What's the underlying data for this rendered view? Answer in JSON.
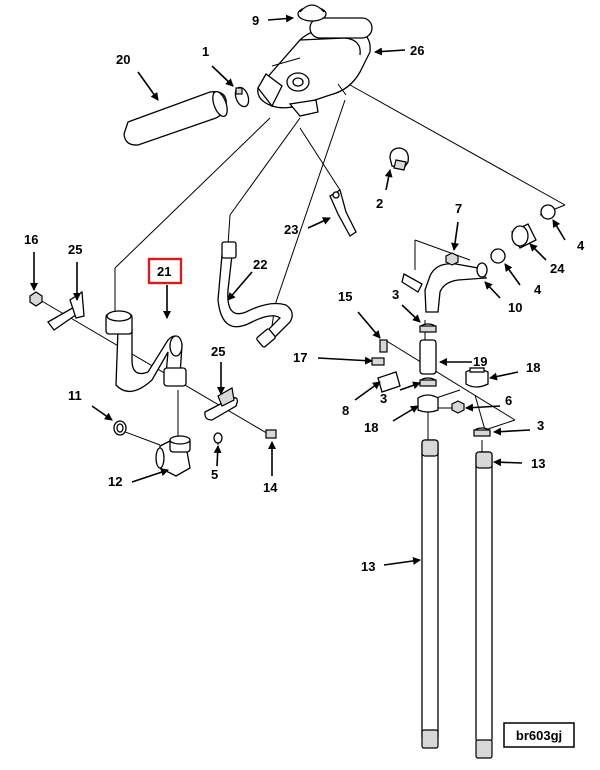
{
  "figure_id": "br603gj",
  "highlighted_callout": "21",
  "highlight_color": "#d81c1c",
  "callouts": {
    "c1": "1",
    "c2": "2",
    "c3a": "3",
    "c3b": "3",
    "c3c": "3",
    "c4a": "4",
    "c4b": "4",
    "c5": "5",
    "c6": "6",
    "c7": "7",
    "c8": "8",
    "c9": "9",
    "c10": "10",
    "c11": "11",
    "c12": "12",
    "c13a": "13",
    "c13b": "13",
    "c14": "14",
    "c15": "15",
    "c16": "16",
    "c17": "17",
    "c18a": "18",
    "c18b": "18",
    "c19": "19",
    "c20": "20",
    "c21": "21",
    "c22": "22",
    "c23": "23",
    "c24": "24",
    "c25a": "25",
    "c25b": "25",
    "c26": "26"
  }
}
